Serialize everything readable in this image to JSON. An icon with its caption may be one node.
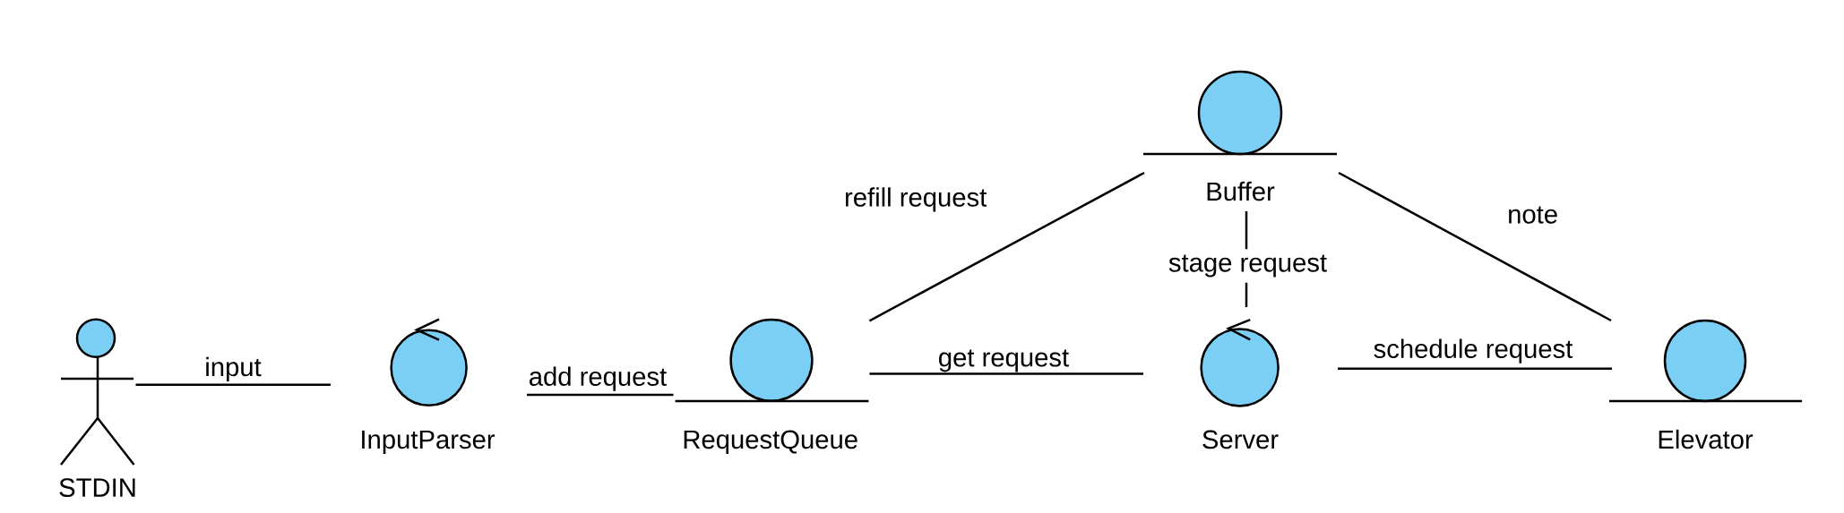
{
  "diagram": {
    "nodes": [
      {
        "text": [
          "Buffer"
        ]
      },
      {
        "text": [
          "STDIN"
        ]
      },
      {
        "text": [
          "InputParser"
        ]
      },
      {
        "text": [
          "RequestQueue"
        ]
      },
      {
        "text": [
          "Server"
        ]
      },
      {
        "text": [
          "Elevator"
        ]
      }
    ],
    "edges": [
      {
        "from": 1,
        "to": 2,
        "arrow": "none",
        "label": "input"
      },
      {
        "from": 2,
        "to": 3,
        "arrow": "none",
        "label": "add request"
      },
      {
        "from": 3,
        "to": 0,
        "arrow": "none",
        "label": "refill request"
      },
      {
        "from": 3,
        "to": 4,
        "arrow": "none",
        "label": "get request"
      },
      {
        "from": 0,
        "to": 4,
        "arrow": "none",
        "label": "stage request"
      },
      {
        "from": 0,
        "to": 5,
        "arrow": "none",
        "label": "note"
      },
      {
        "from": 4,
        "to": 5,
        "arrow": "none",
        "label": "schedule request"
      }
    ]
  }
}
